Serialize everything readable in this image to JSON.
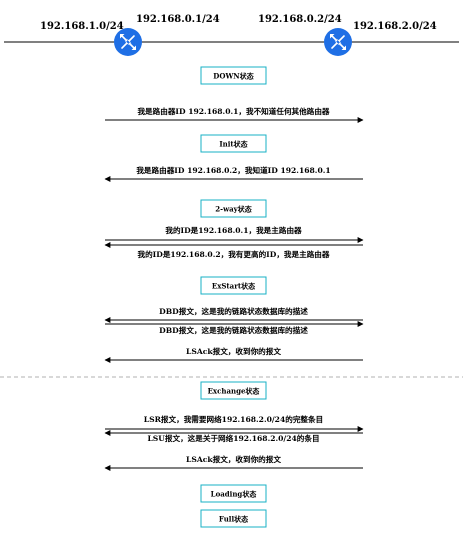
{
  "networks": {
    "left": "192.168.1.0/24",
    "middle_left": "192.168.0.1/24",
    "middle_right": "192.168.0.2/24",
    "right": "192.168.2.0/24"
  },
  "colors": {
    "router": "#1f6fe5",
    "state_border": "#17b0c5",
    "line": "#000000",
    "separator": "#b0b0b0"
  },
  "icons": {
    "router_left": "router-icon",
    "router_right": "router-icon"
  },
  "states": [
    "DOWN状态",
    "Init状态",
    "2-way状态",
    "ExStart状态",
    "Exchange状态",
    "Loading状态",
    "Full状态"
  ],
  "messages": [
    {
      "text": "我是路由器ID 192.168.0.1，我不知道任何其他路由器",
      "direction": "right"
    },
    {
      "text": "我是路由器ID 192.168.0.2，我知道ID 192.168.0.1",
      "direction": "left"
    },
    {
      "text": "我的ID是192.168.0.1，我是主路由器",
      "direction": "right"
    },
    {
      "text": "我的ID是192.168.0.2，我有更高的ID，我是主路由器",
      "direction": "left"
    },
    {
      "text": "DBD报文，这是我的链路状态数据库的描述",
      "direction": "left"
    },
    {
      "text": "DBD报文，这是我的链路状态数据库的描述",
      "direction": "right"
    },
    {
      "text": "LSAck报文，收到你的报文",
      "direction": "left"
    },
    {
      "text": "LSR报文，我需要网络192.168.2.0/24的完整条目",
      "direction": "right"
    },
    {
      "text": "LSU报文，这是关于网络192.168.2.0/24的条目",
      "direction": "left"
    },
    {
      "text": "LSAck报文，收到你的报文",
      "direction": "left"
    }
  ]
}
